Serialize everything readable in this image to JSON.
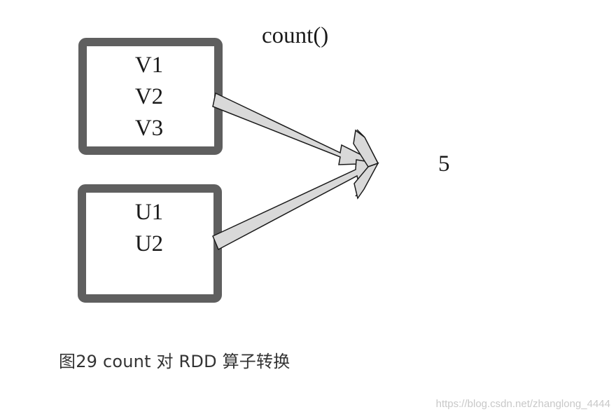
{
  "operation_label": "count()",
  "partition_1": {
    "items": [
      "V1",
      "V2",
      "V3"
    ]
  },
  "partition_2": {
    "items": [
      "U1",
      "U2"
    ]
  },
  "result_value": "5",
  "caption": "图29 count 对 RDD 算子转换",
  "watermark": "https://blog.csdn.net/zhanglong_4444",
  "colors": {
    "box_border": "#5f5f5f",
    "arrow_fill": "#d9d9d9",
    "arrow_stroke": "#1a1a1a"
  }
}
